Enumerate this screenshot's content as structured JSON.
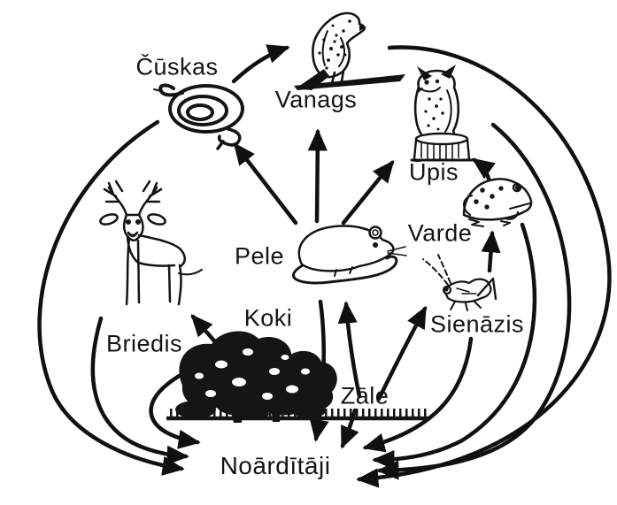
{
  "diagram": {
    "type": "food-web",
    "language": "Latvian",
    "background_color": "#ffffff",
    "ink_color": "#141414",
    "nodes": [
      {
        "id": "cuskas",
        "label": "Čūskas",
        "organism": "snakes"
      },
      {
        "id": "vanags",
        "label": "Vanags",
        "organism": "hawk"
      },
      {
        "id": "upis",
        "label": "Ūpis",
        "organism": "eagle-owl"
      },
      {
        "id": "varde",
        "label": "Varde",
        "organism": "frog"
      },
      {
        "id": "pele",
        "label": "Pele",
        "organism": "mouse"
      },
      {
        "id": "briedis",
        "label": "Briedis",
        "organism": "deer"
      },
      {
        "id": "koki",
        "label": "Koki",
        "organism": "trees"
      },
      {
        "id": "sienazis",
        "label": "Sienāzis",
        "organism": "grasshopper"
      },
      {
        "id": "zale",
        "label": "Zāle",
        "organism": "grass"
      },
      {
        "id": "noarditaji",
        "label": "Noārdītāji",
        "organism": "decomposers"
      }
    ],
    "edges": [
      {
        "from": "Čūskas",
        "to": "Vanags",
        "type": "feeding"
      },
      {
        "from": "Pele",
        "to": "Čūskas",
        "type": "feeding"
      },
      {
        "from": "Pele",
        "to": "Vanags",
        "type": "feeding"
      },
      {
        "from": "Pele",
        "to": "Ūpis",
        "type": "feeding"
      },
      {
        "from": "Varde",
        "to": "Ūpis",
        "type": "feeding"
      },
      {
        "from": "Sienāzis",
        "to": "Varde",
        "type": "feeding"
      },
      {
        "from": "Zāle",
        "to": "Sienāzis",
        "type": "feeding"
      },
      {
        "from": "Zāle",
        "to": "Pele",
        "type": "feeding"
      },
      {
        "from": "Koki",
        "to": "Briedis",
        "type": "feeding"
      },
      {
        "from": "Čūskas",
        "to": "Noārdītāji",
        "type": "decomposition"
      },
      {
        "from": "Briedis",
        "to": "Noārdītāji",
        "type": "decomposition"
      },
      {
        "from": "Koki",
        "to": "Noārdītāji",
        "type": "decomposition"
      },
      {
        "from": "Pele",
        "to": "Noārdītāji",
        "type": "decomposition"
      },
      {
        "from": "Zāle",
        "to": "Noārdītāji",
        "type": "decomposition"
      },
      {
        "from": "Sienāzis",
        "to": "Noārdītāji",
        "type": "decomposition"
      },
      {
        "from": "Varde",
        "to": "Noārdītāji",
        "type": "decomposition"
      },
      {
        "from": "Ūpis",
        "to": "Noārdītāji",
        "type": "decomposition"
      },
      {
        "from": "Vanags",
        "to": "Noārdītāji",
        "type": "decomposition"
      }
    ]
  }
}
